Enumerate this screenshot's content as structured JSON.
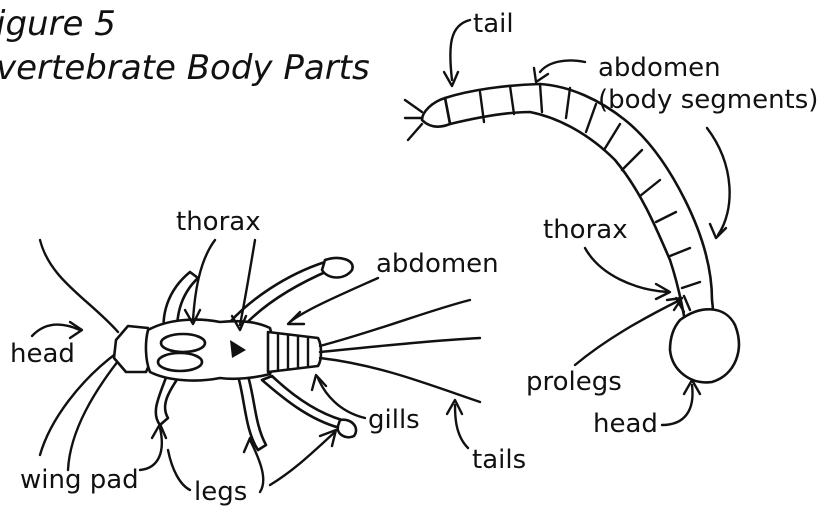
{
  "figure": {
    "title_line1": "igure 5",
    "title_line2": "vertebrate Body Parts"
  },
  "labels": {
    "tail": "tail",
    "abdomen_right": "abdomen",
    "body_segments": "(body segments)",
    "thorax_right": "thorax",
    "prolegs": "prolegs",
    "head_right": "head",
    "thorax_left": "thorax",
    "abdomen_left": "abdomen",
    "head_left": "head",
    "gills": "gills",
    "tails": "tails",
    "wing_pad": "wing pad",
    "legs": "legs"
  }
}
